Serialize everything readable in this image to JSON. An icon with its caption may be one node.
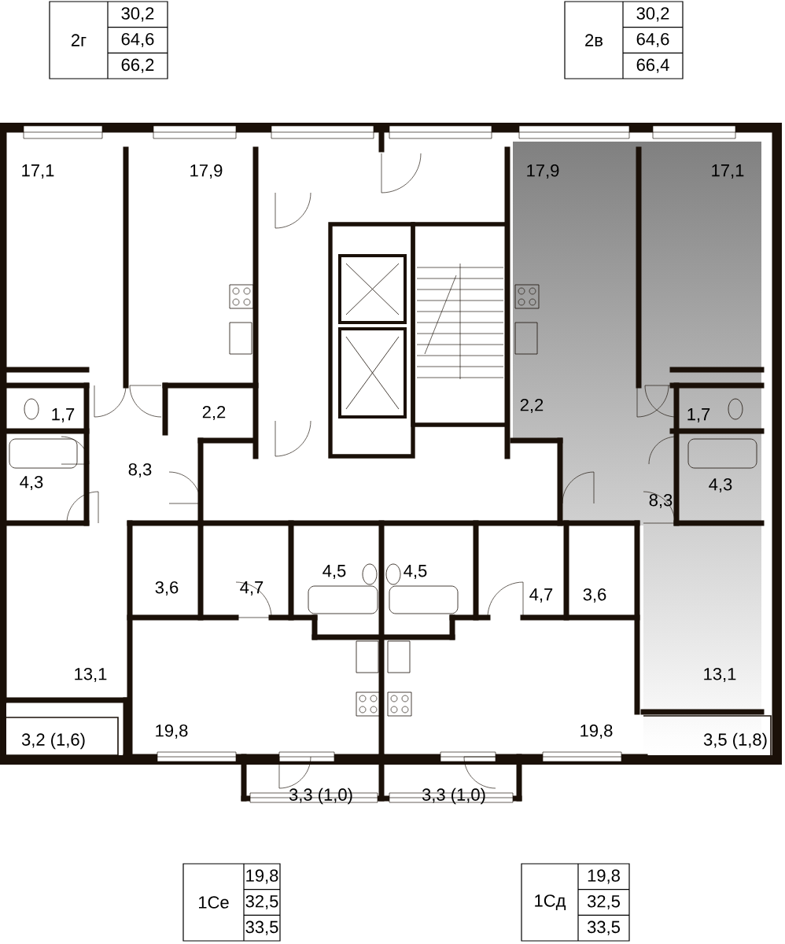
{
  "diagram": {
    "labels": [
      "2г",
      "30,2",
      "64,6",
      "66,2",
      "2в",
      "30,2",
      "64,6",
      "66,4",
      "17,1",
      "17,9",
      "17,9",
      "17,1",
      "1,7",
      "2,2",
      "2,2",
      "1,7",
      "8,3",
      "4,3",
      "4,3",
      "8,3",
      "3,6",
      "4,7",
      "4,5",
      "4,5",
      "4,7",
      "3,6",
      "13,1",
      "13,1",
      "3,2 (1,6)",
      "19,8",
      "19,8",
      "3,5 (1,8)",
      "3,3 (1,0)",
      "3,3 (1,0)",
      "1Се",
      "19,8",
      "32,5",
      "33,5",
      "1Сд",
      "19,8",
      "32,5",
      "33,5"
    ]
  }
}
